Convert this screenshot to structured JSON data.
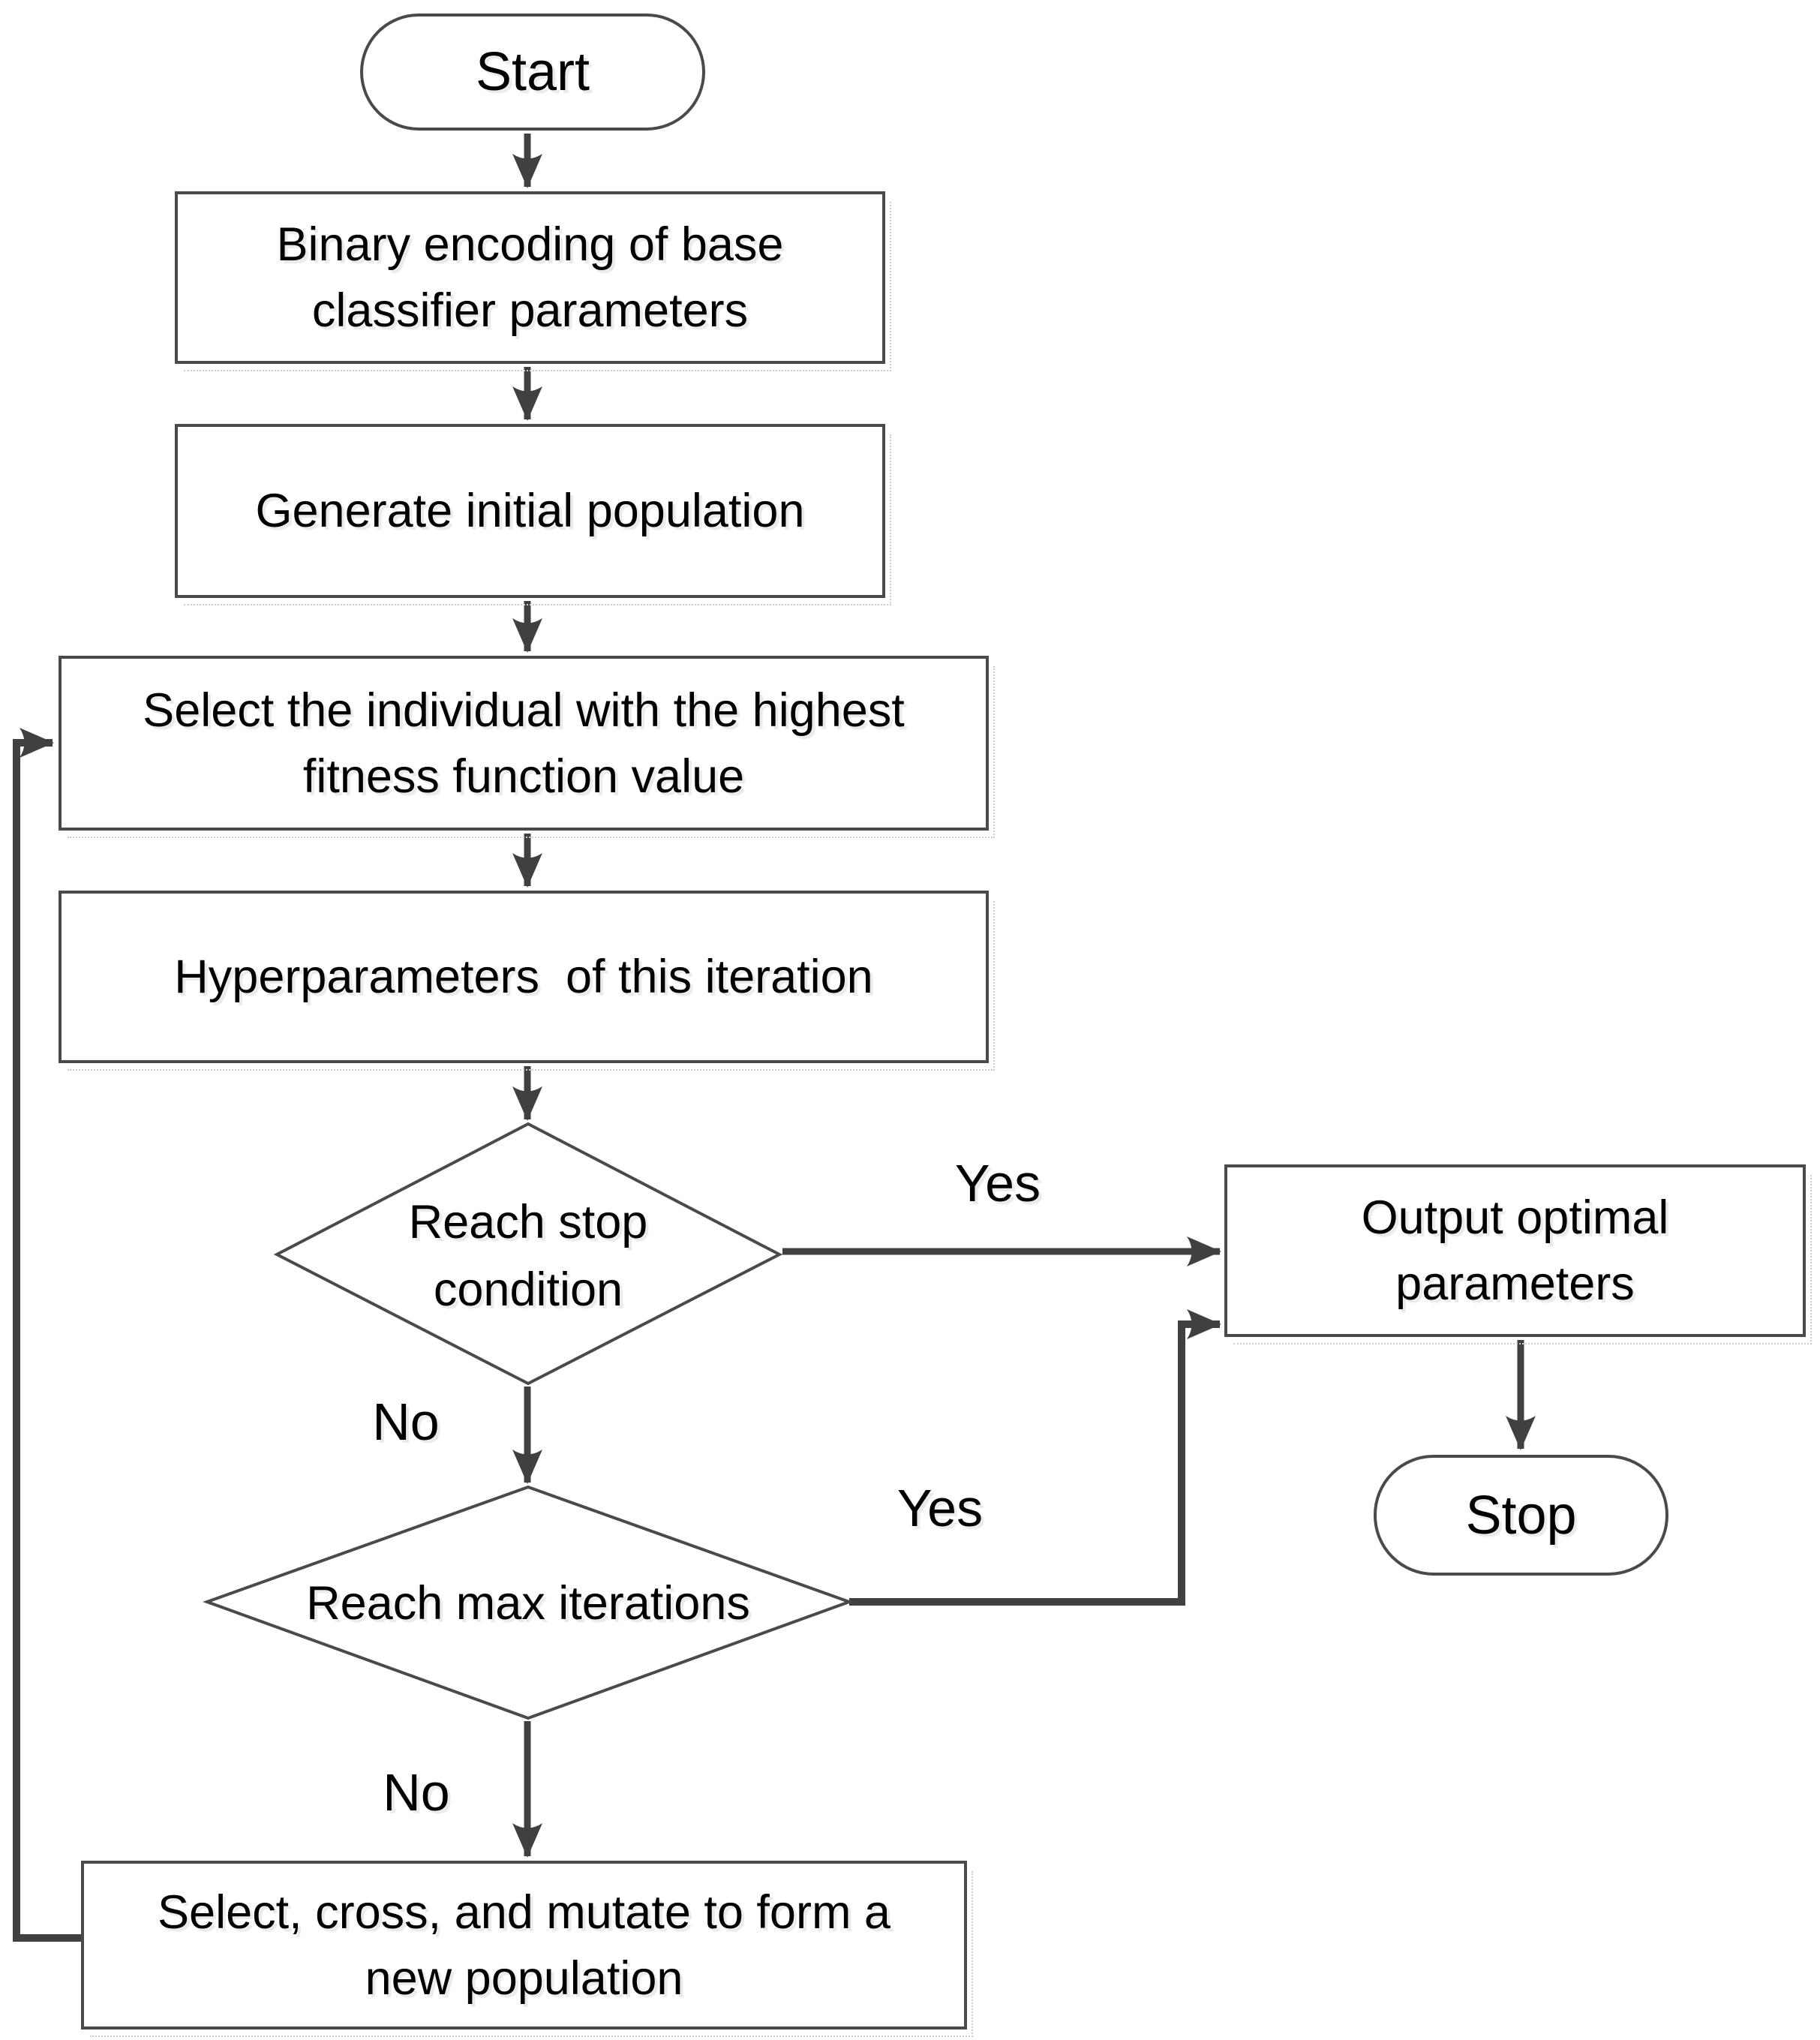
{
  "diagram": {
    "type": "flowchart",
    "colors": {
      "background": "#ffffff",
      "stroke": "#404040",
      "text": "#000000"
    },
    "nodes": {
      "start": {
        "shape": "stadium",
        "label": "Start"
      },
      "binary_encoding": {
        "shape": "rect",
        "lines": [
          "Binary encoding of base",
          "classifier parameters"
        ]
      },
      "generate_population": {
        "shape": "rect",
        "lines": [
          "Generate initial population"
        ]
      },
      "select_individual": {
        "shape": "rect",
        "lines": [
          "Select the individual with the highest",
          "fitness function value"
        ]
      },
      "hyperparameters": {
        "shape": "rect",
        "lines": [
          "Hyperparameters  of this iteration"
        ]
      },
      "reach_stop_condition": {
        "shape": "diamond",
        "lines": [
          "Reach stop",
          "condition"
        ]
      },
      "reach_max_iterations": {
        "shape": "diamond",
        "lines": [
          "Reach max iterations"
        ]
      },
      "select_cross_mutate": {
        "shape": "rect",
        "lines": [
          "Select, cross, and mutate to form a",
          "new population"
        ]
      },
      "output_optimal": {
        "shape": "rect",
        "lines": [
          "Output optimal",
          "parameters"
        ]
      },
      "stop": {
        "shape": "stadium",
        "label": "Stop"
      }
    },
    "edge_labels": {
      "stop_condition_yes": "Yes",
      "stop_condition_no": "No",
      "max_iterations_yes": "Yes",
      "max_iterations_no": "No"
    }
  }
}
